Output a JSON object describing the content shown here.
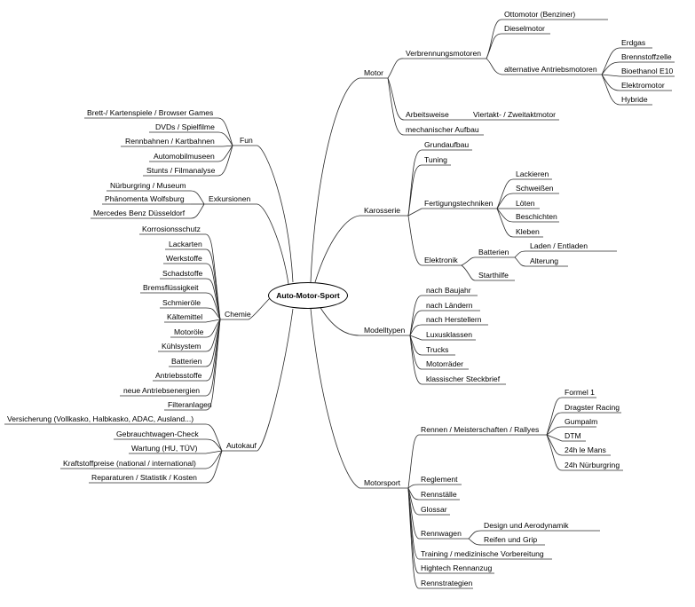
{
  "center": "Auto-Motor-Sport",
  "branches": {
    "motor": {
      "label": "Motor",
      "verbrennung": {
        "label": "Verbrennungsmotoren",
        "items": [
          "Ottomotor (Benziner)",
          "Dieselmotor"
        ],
        "alternativ": {
          "label": "alternative Antriebsmotoren",
          "items": [
            "Erdgas",
            "Brennstoffzelle",
            "Bioethanol E10",
            "Elektromotor",
            "Hybride"
          ]
        }
      },
      "arbeitsweise": {
        "label": "Arbeitsweise",
        "item": "Viertakt- / Zweitaktmotor"
      },
      "aufbau": "mechanischer Aufbau"
    },
    "karosserie": {
      "label": "Karosserie",
      "grundaufbau": "Grundaufbau",
      "tuning": "Tuning",
      "fertigung": {
        "label": "Fertigungstechniken",
        "items": [
          "Lackieren",
          "Schweißen",
          "Löten",
          "Beschichten",
          "Kleben"
        ]
      },
      "elektronik": {
        "label": "Elektronik",
        "batterien": {
          "label": "Batterien",
          "items": [
            "Laden / Entladen",
            "Alterung"
          ]
        },
        "starthilfe": "Starthilfe"
      }
    },
    "modelltypen": {
      "label": "Modelltypen",
      "items": [
        "nach Baujahr",
        "nach Ländern",
        "nach Herstellern",
        "Luxusklassen",
        "Trucks",
        "Motorräder",
        "klassischer Steckbrief"
      ]
    },
    "motorsport": {
      "label": "Motorsport",
      "rennen": {
        "label": "Rennen / Meisterschaften / Rallyes",
        "items": [
          "Formel 1",
          "Dragster Racing",
          "Gumpalm",
          "DTM",
          "24h le Mans",
          "24h Nürburgring"
        ]
      },
      "reglement": "Reglement",
      "rennstaelle": "Rennställe",
      "glossar": "Glossar",
      "rennwagen": {
        "label": "Rennwagen",
        "items": [
          "Design und Aerodynamik",
          "Reifen und Grip"
        ]
      },
      "training": "Training / medizinische Vorbereitung",
      "hightech": "Hightech Rennanzug",
      "strategien": "Rennstrategien"
    },
    "fun": {
      "label": "Fun",
      "items": [
        "Brett-/ Kartenspiele / Browser Games",
        "DVDs / Spielfilme",
        "Rennbahnen / Kartbahnen",
        "Automobilmuseen",
        "Stunts / Filmanalyse"
      ]
    },
    "exkursionen": {
      "label": "Exkursionen",
      "items": [
        "Nürburgring / Museum",
        "Phänomenta Wolfsburg",
        "Mercedes Benz Düsseldorf"
      ]
    },
    "chemie": {
      "label": "Chemie",
      "items": [
        "Korrosionsschutz",
        "Lackarten",
        "Werkstoffe",
        "Schadstoffe",
        "Bremsflüssigkeit",
        "Schmieröle",
        "Kältemittel",
        "Motoröle",
        "Kühlsystem",
        "Batterien",
        "Antriebsstoffe",
        "neue Antriebsenergien",
        "Filteranlagen"
      ]
    },
    "autokauf": {
      "label": "Autokauf",
      "items": [
        "Versicherung (Vollkasko, Halbkasko, ADAC, Ausland...)",
        "Gebrauchtwagen-Check",
        "Wartung (HU, TÜV)",
        "Kraftstoffpreise (national / international)",
        "Reparaturen / Statistik / Kosten"
      ]
    }
  }
}
